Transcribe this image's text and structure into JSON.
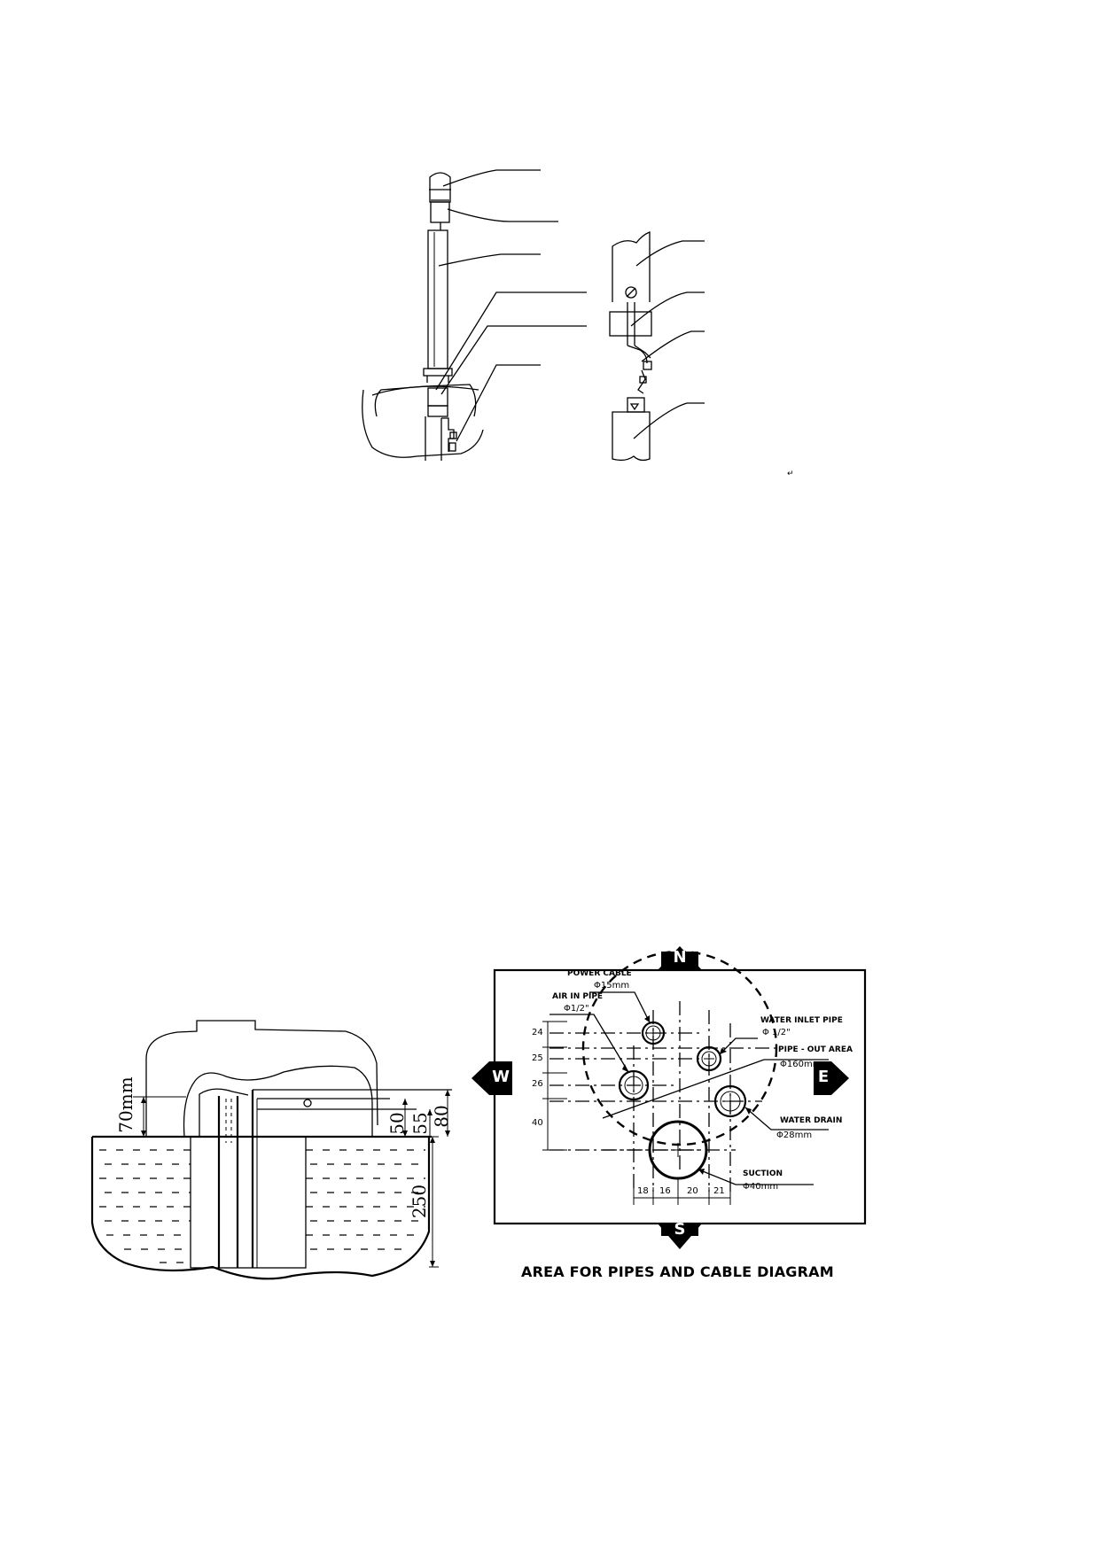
{
  "pipe_diagram": {
    "power_cable": "POWER CABLE",
    "power_cable_size": "Φ15mm",
    "air_in_pipe": "AIR IN PIPE",
    "air_in_pipe_size": "Φ1/2\"",
    "water_inlet_pipe": "WATER INLET PIPE",
    "water_inlet_size": "Φ 1/2\"",
    "pipe_out_area": "PIPE - OUT AREA",
    "pipe_out_size": "Φ160mm",
    "water_drain": "WATER DRAIN",
    "water_drain_size": "Φ28mm",
    "suction": "SUCTION",
    "suction_size": "Φ40mm",
    "compass": {
      "north": "N",
      "south": "S",
      "east": "E",
      "west": "W"
    },
    "vertical_dims": [
      "24",
      "25",
      "26",
      "40"
    ],
    "horizontal_dims": [
      "18",
      "16",
      "20",
      "21"
    ],
    "caption": "AREA FOR PIPES AND CABLE DIAGRAM"
  },
  "tank_section": {
    "dim_70": "70mm",
    "dim_50": "50",
    "dim_55": "55",
    "dim_80": "80",
    "dim_250": "250"
  }
}
